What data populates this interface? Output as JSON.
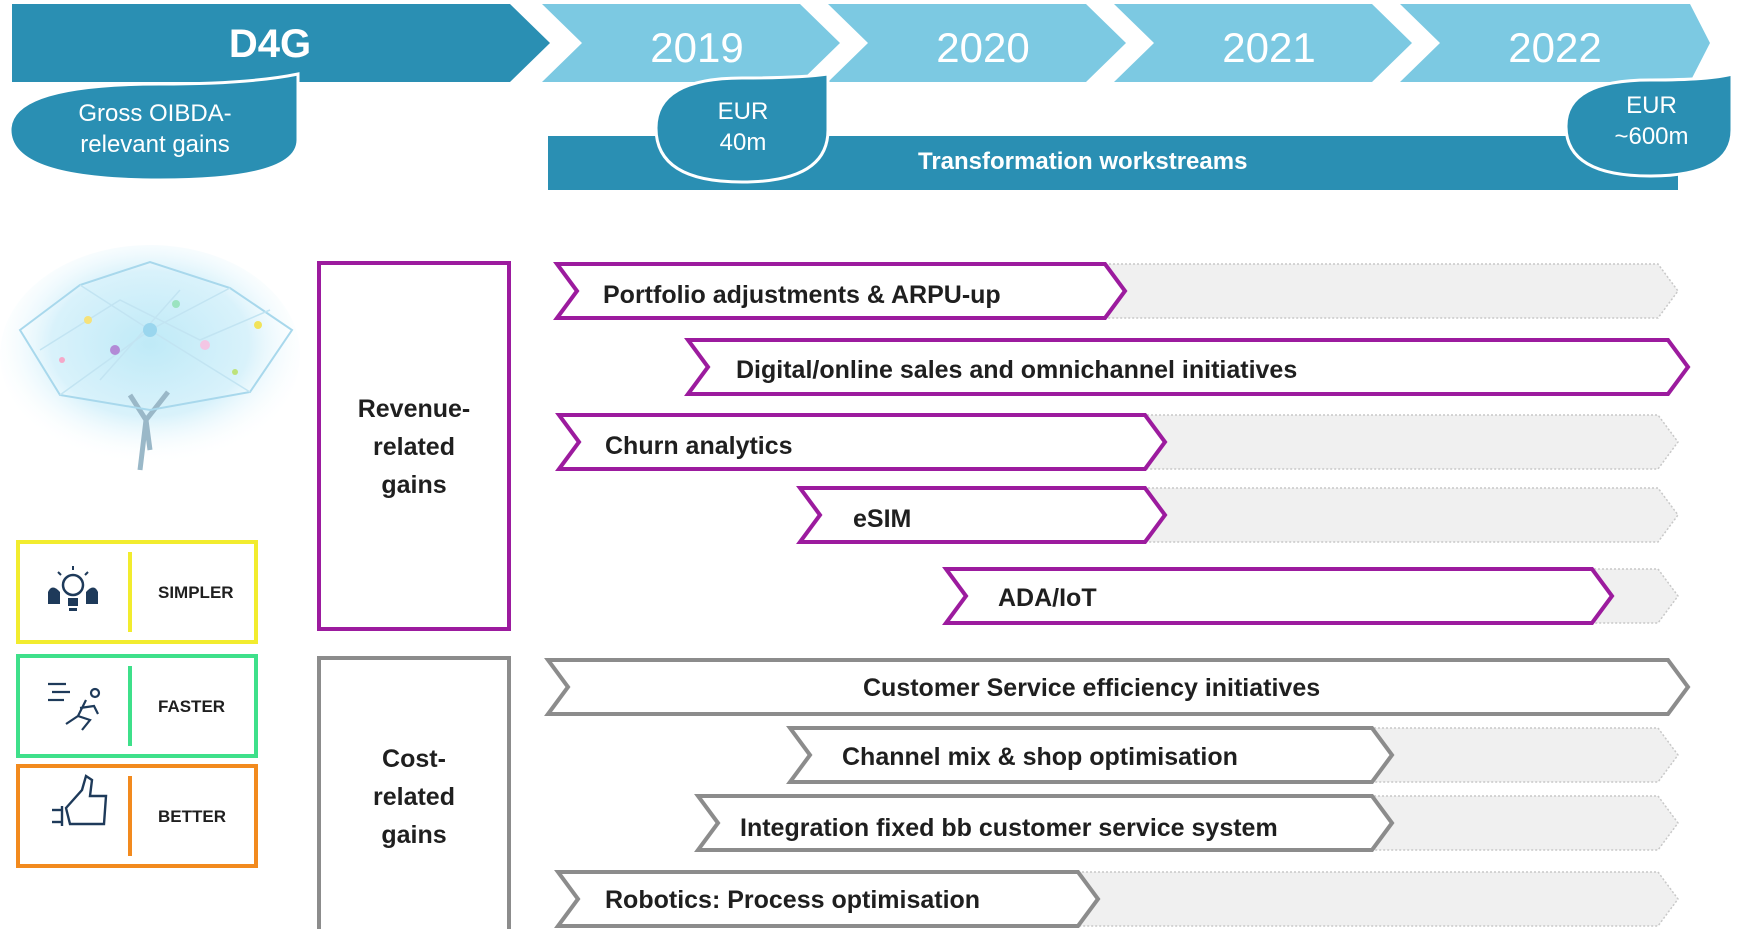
{
  "timeline": {
    "program": "D4G",
    "years": [
      "2019",
      "2020",
      "2021",
      "2022"
    ],
    "gains_label_line1": "Gross OIBDA-",
    "gains_label_line2": "relevant gains",
    "start_value_line1": "EUR",
    "start_value_line2": "40m",
    "end_value_line1": "EUR",
    "end_value_line2": "~600m",
    "workstreams_label": "Transformation workstreams"
  },
  "categories": {
    "revenue": {
      "line1": "Revenue-",
      "line2": "related",
      "line3": "gains",
      "color": "#9c1b9e"
    },
    "cost": {
      "line1": "Cost-",
      "line2": "related",
      "line3": "gains",
      "color": "#8c8c8c"
    }
  },
  "qualities": [
    {
      "label": "SIMPLER",
      "icon": "lightbulb-icon",
      "color": "#f2ec2e"
    },
    {
      "label": "FASTER",
      "icon": "running-person-icon",
      "color": "#3ee08a"
    },
    {
      "label": "BETTER",
      "icon": "thumbs-up-icon",
      "color": "#f28a1e"
    }
  ],
  "revenue_initiatives": [
    "Portfolio adjustments & ARPU-up",
    "Digital/online sales and omnichannel initiatives",
    "Churn analytics",
    "eSIM",
    "ADA/IoT"
  ],
  "cost_initiatives": [
    "Customer Service efficiency initiatives",
    "Channel mix & shop optimisation",
    "Integration fixed bb customer service system",
    "Robotics: Process optimisation"
  ],
  "colors": {
    "dark_teal": "#2a8fb3",
    "light_blue": "#7cc9e2",
    "revenue_purple": "#9c1b9e",
    "cost_gray": "#8c8c8c"
  }
}
